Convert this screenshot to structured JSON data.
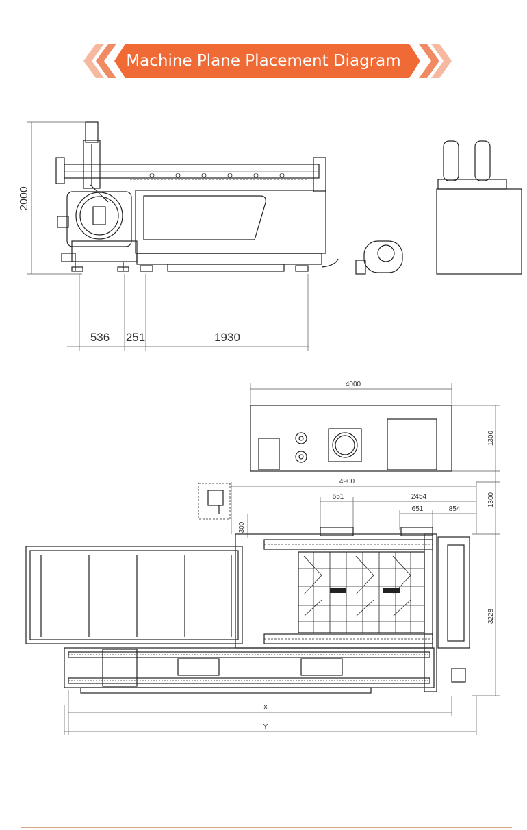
{
  "header": {
    "title": "Machine Plane Placement Diagram",
    "colors": {
      "banner": "#f06a35",
      "chevron_light": "#f4a385",
      "chevron_dark": "#e6663a"
    }
  },
  "side_view": {
    "height_label": "2000",
    "width_labels": [
      "536",
      "251",
      "1930"
    ]
  },
  "plan_view": {
    "aux_width": "4000",
    "aux_depth": "1300",
    "overall_width": "4900",
    "gap_depth": "1300",
    "dim_651_a": "651",
    "dim_2454": "2454",
    "dim_651_b": "651",
    "dim_854": "854",
    "dim_300": "300",
    "machine_depth": "3228",
    "dim_x": "X",
    "dim_y": "Y"
  },
  "colors": {
    "line": "#222222",
    "dim_line": "#555555",
    "rule": "#d9a38a"
  }
}
